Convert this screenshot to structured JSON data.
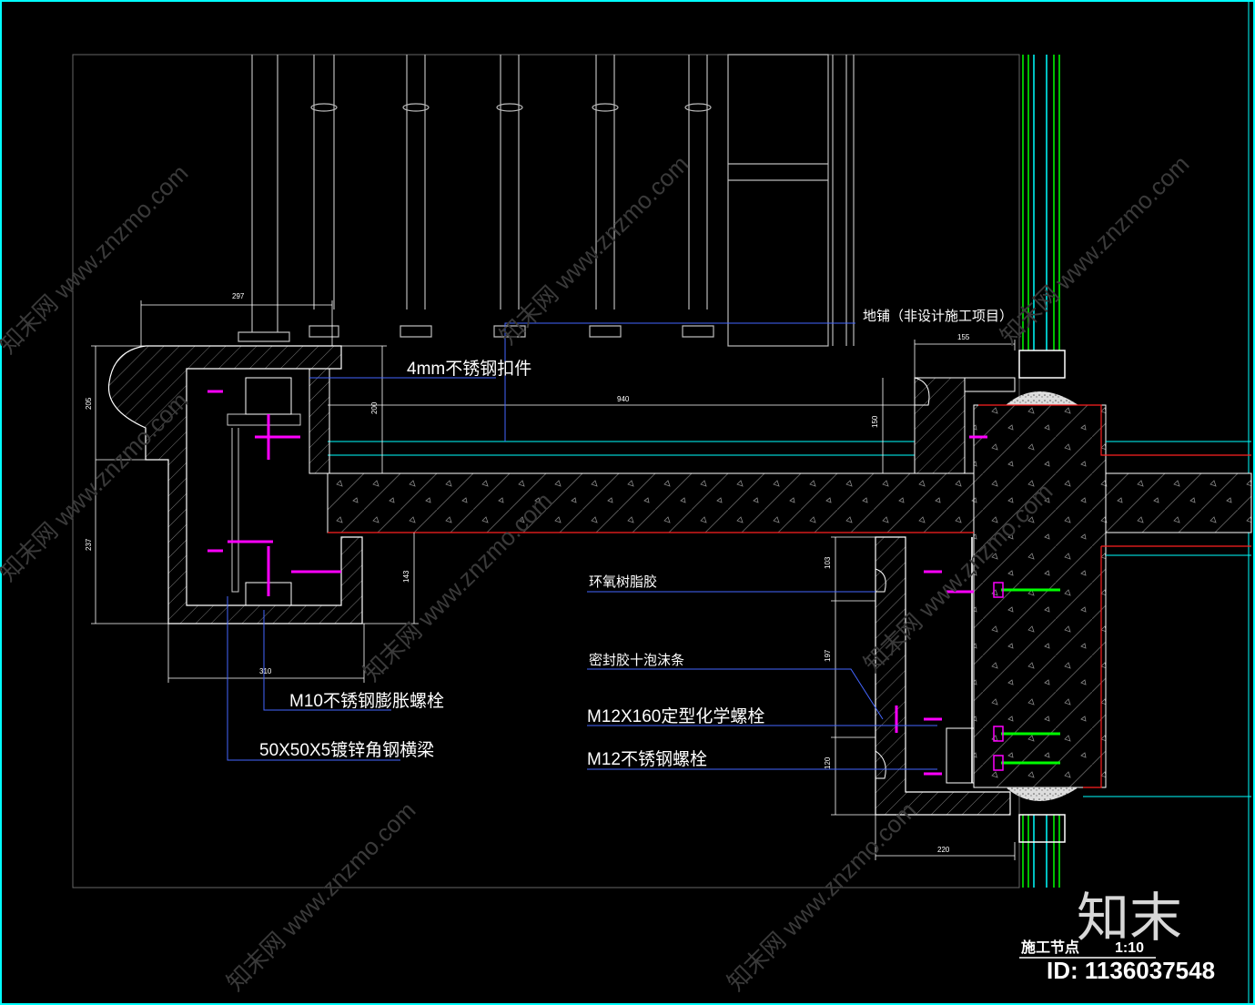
{
  "labels": {
    "floor_pave": "地铺（非设计施工项目）",
    "clip": "4mm不锈钢扣件",
    "epoxy": "环氧树脂胶",
    "sealant": "密封胶十泡沫条",
    "chem_bolt": "M12X160定型化学螺栓",
    "ss_bolt": "M12不锈钢螺栓",
    "exp_bolt": "M10不锈钢膨胀螺栓",
    "angle_steel": "50X50X5镀锌角钢横梁"
  },
  "dims": {
    "d297": "297",
    "d940": "940",
    "d155": "155",
    "d205": "205",
    "d200": "200",
    "d237": "237",
    "d143": "143",
    "d310": "310",
    "d150": "150",
    "d103": "103",
    "d197": "197",
    "d120": "120",
    "d220": "220"
  },
  "footer": {
    "title": "施工节点",
    "scale": "1:10",
    "id": "ID: 1136037548",
    "logo": "知末"
  },
  "watermark": "知末网 www.znzmo.com",
  "colors": {
    "background": "#000000",
    "frame": "#00ffff",
    "magenta": "#ff00ff",
    "red": "#ff2020",
    "green": "#00ff00"
  }
}
